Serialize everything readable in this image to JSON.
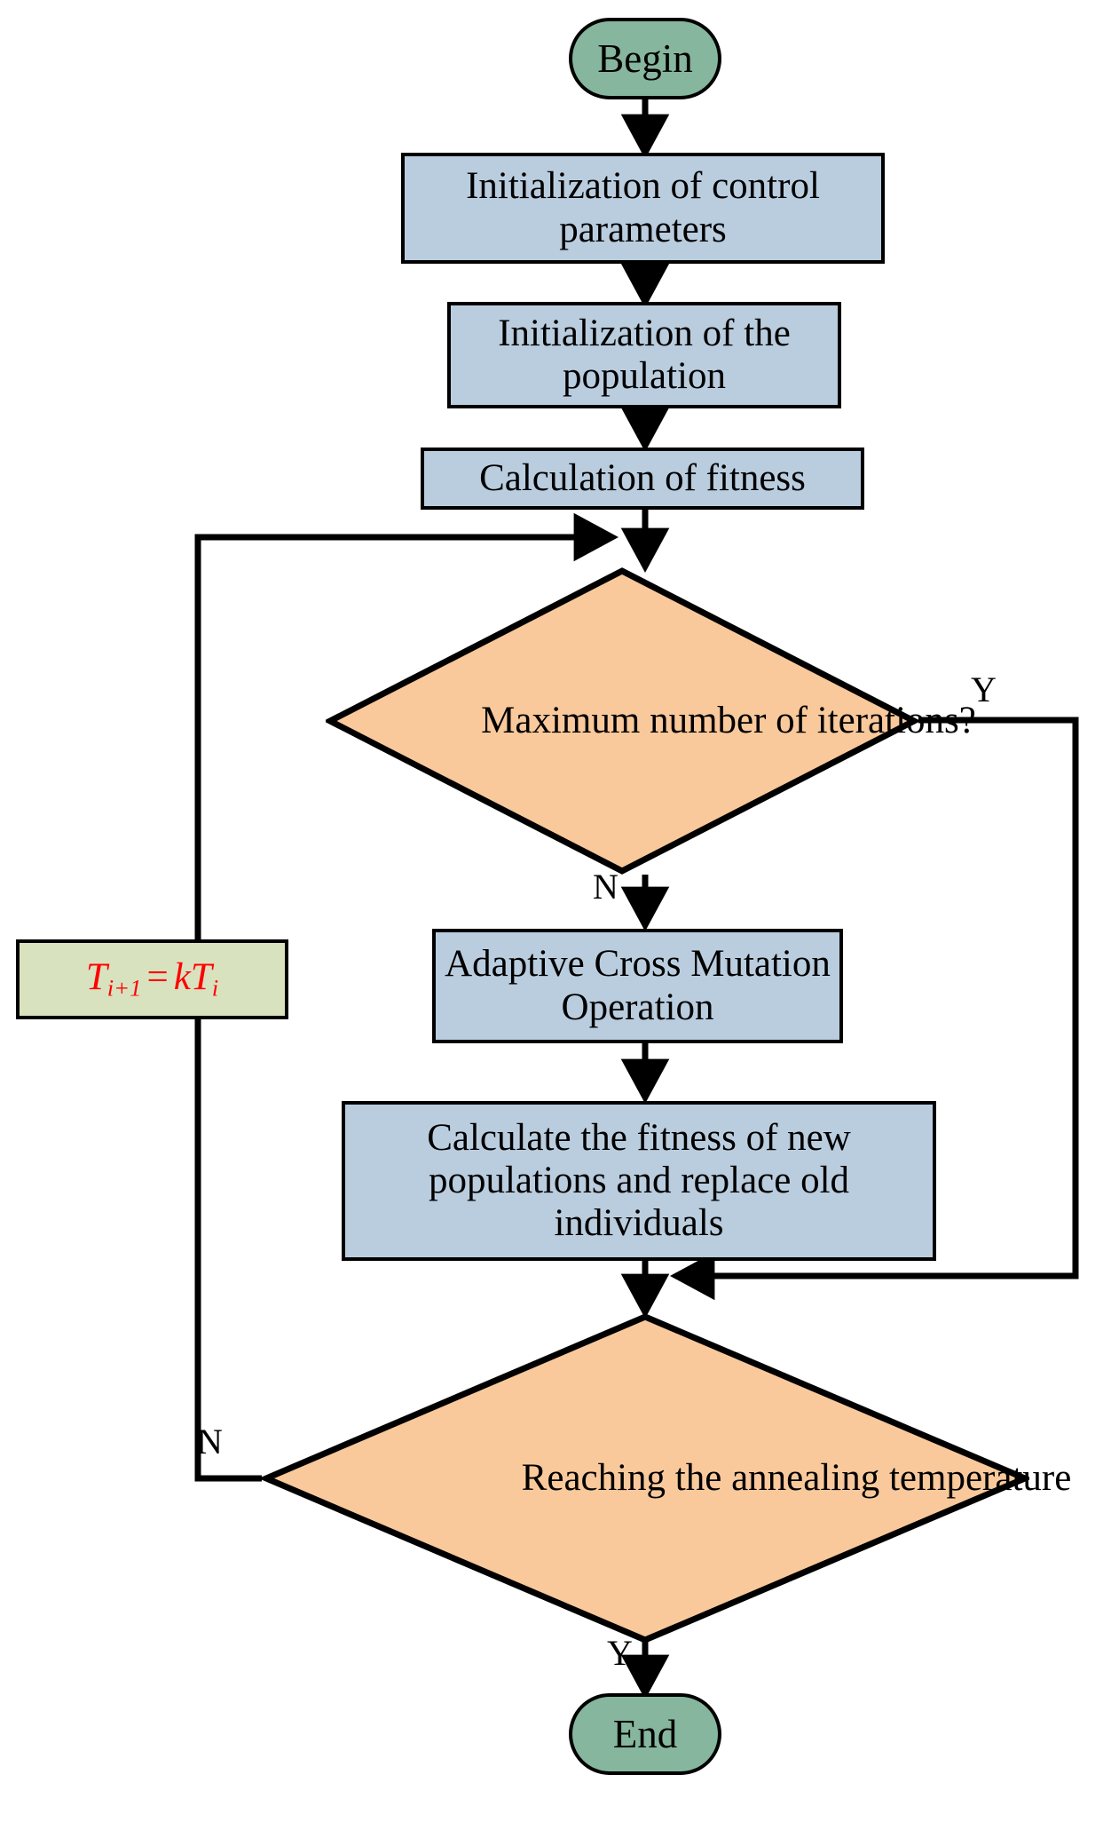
{
  "diagram": {
    "title": "Adaptive cross mutation simulated annealing algorithm flowchart",
    "colors": {
      "terminator_fill": "#86b69e",
      "process_fill": "#bacddf",
      "decision_fill": "#f9c99c",
      "formula_fill": "#d9e2bf",
      "formula_text": "#ff0000",
      "stroke": "#000000",
      "background": "#ffffff"
    },
    "nodes": {
      "begin": {
        "label": "Begin",
        "shape": "terminator"
      },
      "init_params": {
        "label": "Initialization of control parameters",
        "shape": "process"
      },
      "init_population": {
        "label": "Initialization of the population",
        "shape": "process"
      },
      "calc_fitness": {
        "label": "Calculation of fitness",
        "shape": "process"
      },
      "max_iterations": {
        "label": "Maximum number of iterations?",
        "shape": "decision"
      },
      "temperature_update": {
        "shape": "formula",
        "label": "T i+1 = kT i",
        "base": "T",
        "sub_next": "i+1",
        "operator": "=",
        "coefficient": "k",
        "base2": "T",
        "sub_cur": "i"
      },
      "adaptive_cross": {
        "label": "Adaptive Cross Mutation Operation",
        "shape": "process"
      },
      "calc_new_fitness": {
        "label": "Calculate the fitness of new populations and replace old individuals",
        "shape": "process"
      },
      "annealing_temp": {
        "label": "Reaching the annealing temperature",
        "shape": "decision"
      },
      "end": {
        "label": "End",
        "shape": "terminator"
      }
    },
    "edge_labels": {
      "max_iterations_yes": "Y",
      "max_iterations_no": "N",
      "annealing_no": "N",
      "annealing_yes": "Y"
    }
  }
}
